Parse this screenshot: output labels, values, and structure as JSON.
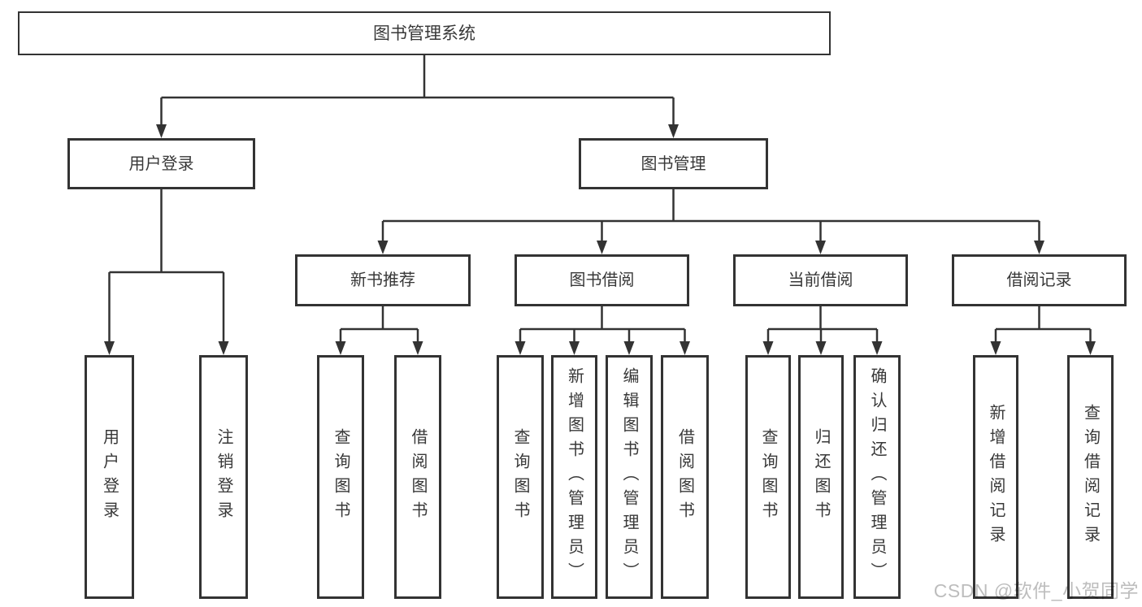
{
  "diagram_type": "tree",
  "tree": {
    "root": {
      "label": "图书管理系统",
      "children": [
        {
          "label": "用户登录",
          "children": [
            {
              "label": "用户登录"
            },
            {
              "label": "注销登录"
            }
          ]
        },
        {
          "label": "图书管理",
          "children": [
            {
              "label": "新书推荐",
              "children": [
                {
                  "label": "查询图书"
                },
                {
                  "label": "借阅图书"
                }
              ]
            },
            {
              "label": "图书借阅",
              "children": [
                {
                  "label": "查询图书"
                },
                {
                  "label": "新增图书（管理员）"
                },
                {
                  "label": "编辑图书（管理员）"
                },
                {
                  "label": "借阅图书"
                }
              ]
            },
            {
              "label": "当前借阅",
              "children": [
                {
                  "label": "查询图书"
                },
                {
                  "label": "归还图书"
                },
                {
                  "label": "确认归还（管理员）"
                }
              ]
            },
            {
              "label": "借阅记录",
              "children": [
                {
                  "label": "新增借阅记录"
                },
                {
                  "label": "查询借阅记录"
                }
              ]
            }
          ]
        }
      ]
    }
  },
  "watermark": {
    "text": "CSDN @软件_小贺同学"
  },
  "colors": {
    "line": "#333333",
    "box_border": "#333333",
    "text": "#383838",
    "watermark": "#bdbdbd",
    "background": "#ffffff"
  }
}
